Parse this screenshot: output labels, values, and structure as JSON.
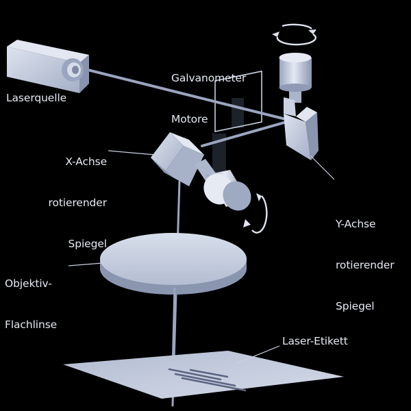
{
  "labels": {
    "laser_source": "Laserquelle",
    "galvanometer": [
      "Galvanometer",
      "Motore"
    ],
    "x_axis_mirror": [
      "X-Achse",
      "rotierender",
      "Spiegel"
    ],
    "y_axis_mirror": [
      "Y-Achse",
      "rotierender",
      "Spiegel"
    ],
    "objective_lens": [
      "Objektiv-",
      "Flachlinse"
    ],
    "laser_label": "Laser-Etikett"
  },
  "colors": {
    "background": "#000000",
    "device_light": "#c8d0e2",
    "device_dark": "#8792ad",
    "beam": "#9aa6c0",
    "text": "#e6eaf2"
  },
  "icons": [
    "rotation-arrow-icon",
    "rotation-arrow-icon"
  ]
}
